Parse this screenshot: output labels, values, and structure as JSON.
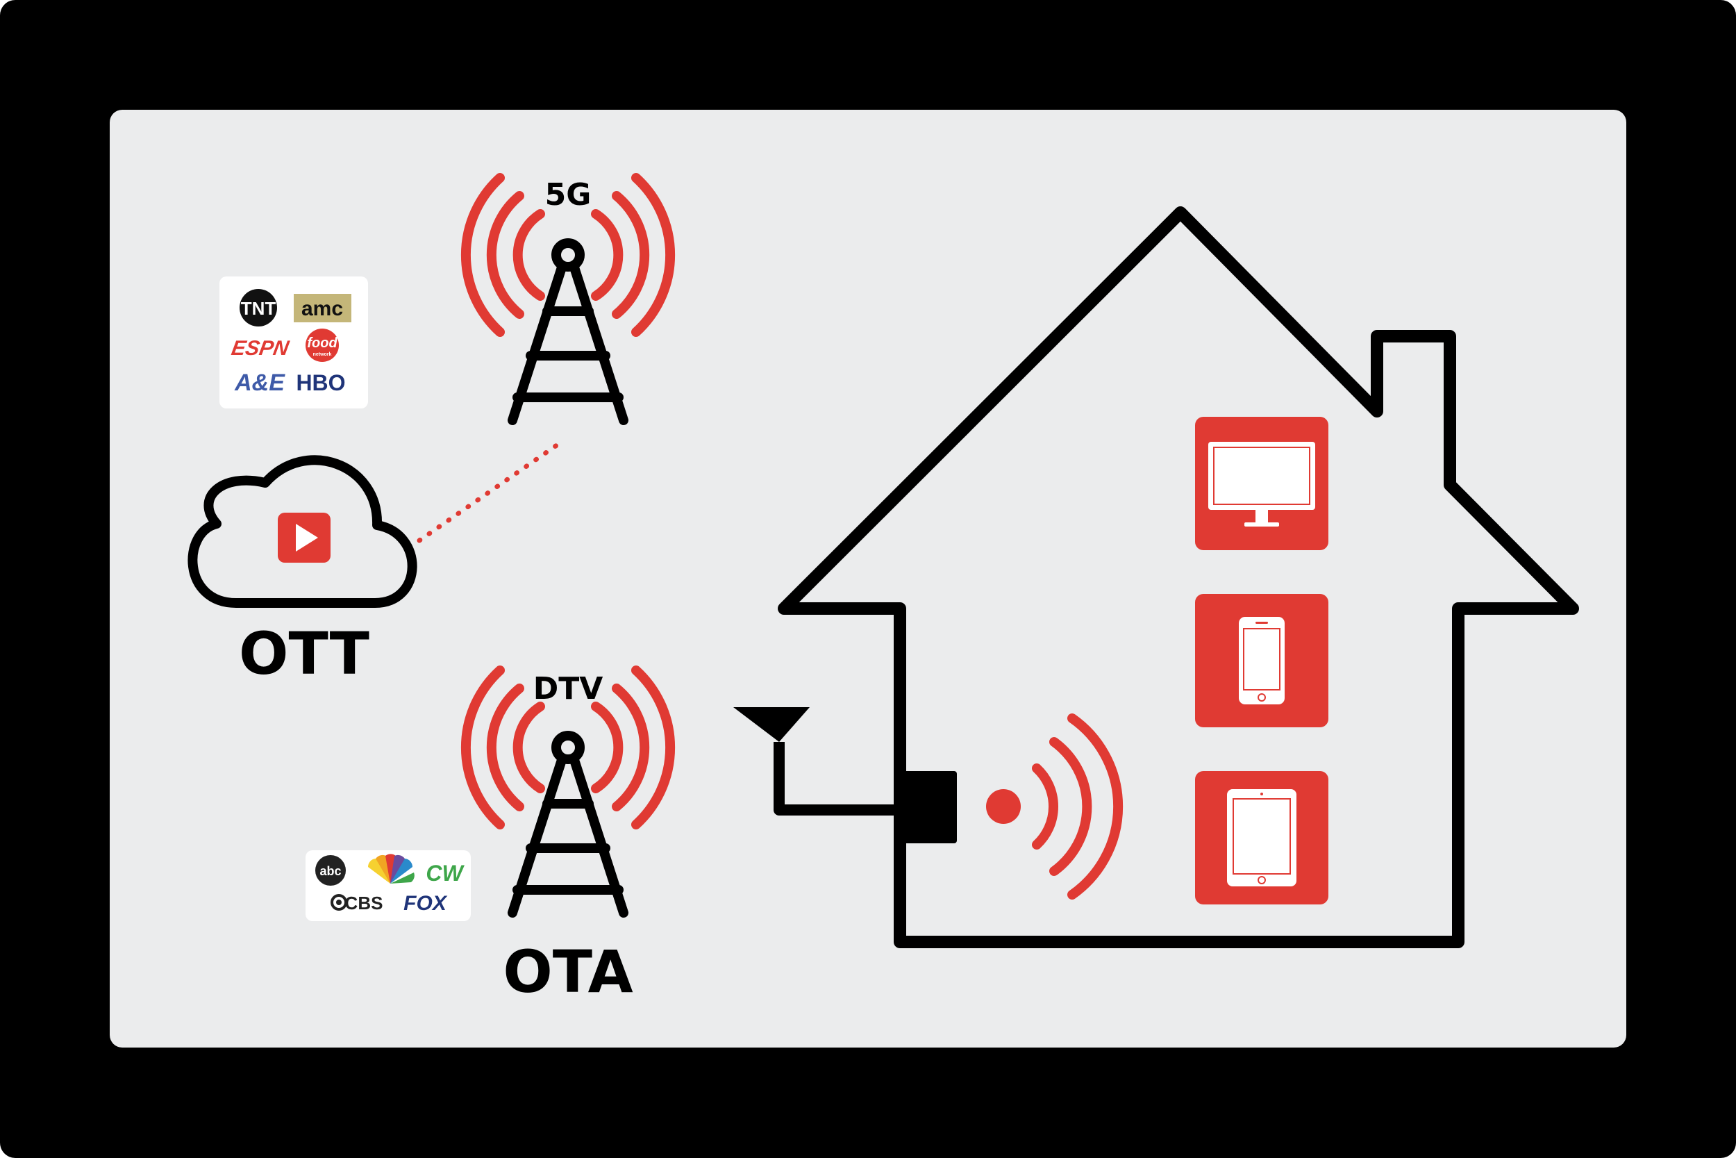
{
  "colors": {
    "frame": "#000000",
    "panel": "#EBECED",
    "accent": "#E03A33",
    "line": "#000000",
    "card": "#FFFFFF"
  },
  "labels": {
    "tower_5g": "5G",
    "tower_dtv": "DTV",
    "ott": "OTT",
    "ota": "OTA"
  },
  "cable_logos": {
    "tnt": "TNT",
    "amc": "amc",
    "espn": "ESPN",
    "food": "food",
    "food_sub": "network",
    "ae": "A&E",
    "hbo": "HBO"
  },
  "broadcast_logos": {
    "abc": "abc",
    "cw": "CW",
    "cbs": "CBS",
    "fox": "FOX"
  },
  "icons": {
    "cloud": "cloud-play-icon",
    "tower": "broadcast-tower-icon",
    "antenna": "tv-antenna-icon",
    "wifi": "wireless-signal-icon",
    "tv": "monitor-icon",
    "phone": "smartphone-icon",
    "tablet": "tablet-icon"
  }
}
